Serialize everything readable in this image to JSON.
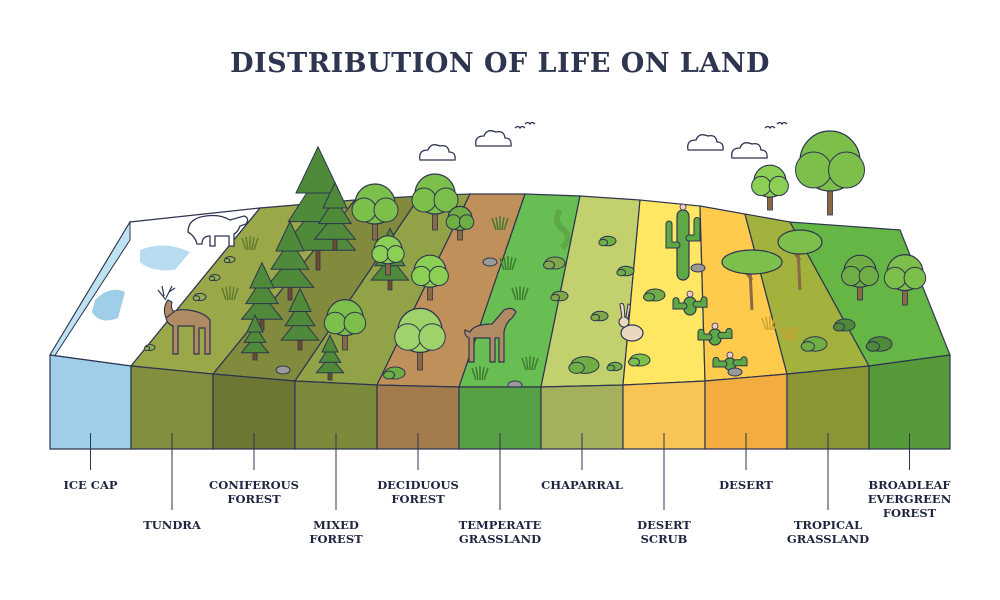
{
  "title": "DISTRIBUTION OF LIFE ON LAND",
  "side_id": "481397502",
  "biomes": [
    {
      "label": "ICE CAP",
      "color": "#9fcfe8"
    },
    {
      "label": "TUNDRA",
      "color": "#838e3e"
    },
    {
      "label": "CONIFEROUS\nFOREST",
      "color": "#6e7634"
    },
    {
      "label": "MIXED\nFOREST",
      "color": "#7c8a3c"
    },
    {
      "label": "DECIDUOUS\nFOREST",
      "color": "#a27a4c"
    },
    {
      "label": "TEMPERATE\nGRASSLAND",
      "color": "#58a046"
    },
    {
      "label": "CHAPARRAL",
      "color": "#a4b05c"
    },
    {
      "label": "DESERT\nSCRUB",
      "color": "#f8c455"
    },
    {
      "label": "DESERT",
      "color": "#f2ac40"
    },
    {
      "label": "TROPICAL\nGRASSLAND",
      "color": "#8a9634"
    },
    {
      "label": "BROADLEAF\nEVERGREEN FOREST",
      "color": "#569a3a"
    }
  ],
  "icons": [
    "polar-bear-icon",
    "deer-icon",
    "horse-icon",
    "rabbit-icon",
    "cactus-icon",
    "cloud-icon",
    "bird-icon",
    "tree-icon"
  ]
}
